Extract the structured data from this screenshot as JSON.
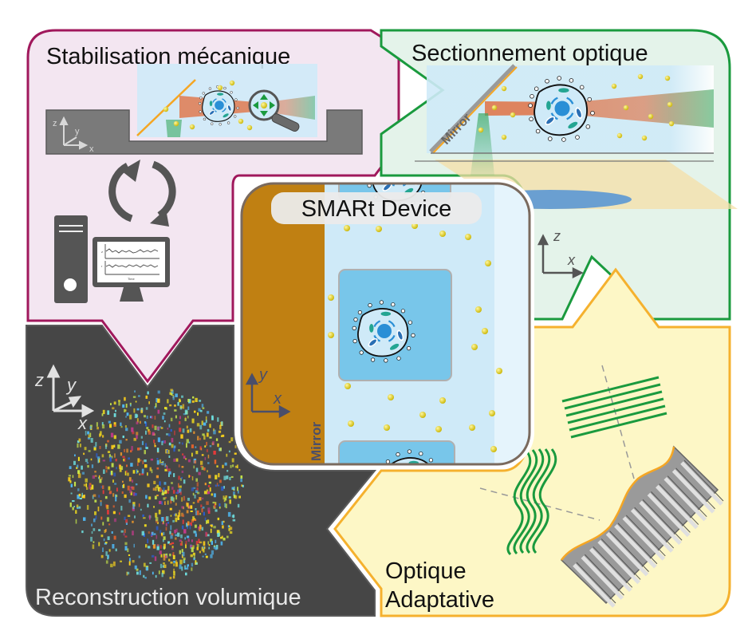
{
  "panels": {
    "stabilisation": {
      "title": "Stabilisation mécanique",
      "axes": {
        "z": "z",
        "y": "y",
        "x": "x"
      },
      "plot": {
        "y1": "z",
        "y2": "r",
        "xlabel": "Time"
      }
    },
    "sectionnement": {
      "title": "Sectionnement optique",
      "mirror_label": "Mirror",
      "axes": {
        "z": "z",
        "x": "x"
      }
    },
    "device": {
      "title": "SMARt Device",
      "mirror_label": "Mirror",
      "axes": {
        "y": "y",
        "x": "x"
      }
    },
    "reconstruction": {
      "title": "Reconstruction volumique",
      "axes": {
        "z": "z",
        "y": "y",
        "x": "x"
      }
    },
    "adaptative": {
      "title_line1": "Optique",
      "title_line2": "Adaptative"
    }
  },
  "colors": {
    "stabilisation_border": "#a0185c",
    "stabilisation_fill": "#f3e6f1",
    "sectionnement_border": "#1a9a3e",
    "sectionnement_fill": "#e4f3ea",
    "adaptative_border": "#f5b12e",
    "adaptative_fill": "#fdf7c6",
    "reconstruction_fill": "#464646",
    "device_border": "#7a6a5e",
    "mirror_gold": "#c08012",
    "medium_blue": "#cfeaf8",
    "cell_chamber": "#78c6ea",
    "bead_yellow": "#e8d81a",
    "beam_orange": "#e2622c",
    "beam_green": "#3aa860"
  }
}
